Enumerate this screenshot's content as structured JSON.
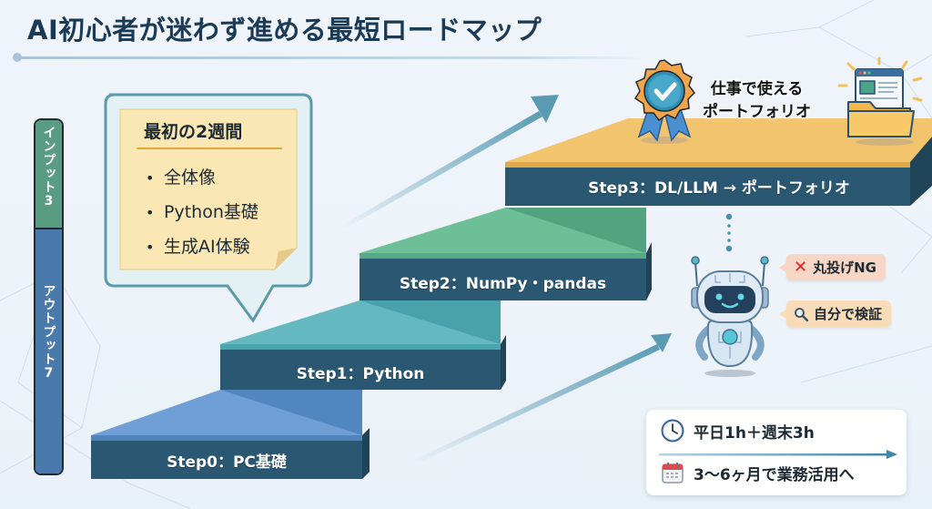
{
  "title": "AI初心者が迷わず進める最短ロードマップ",
  "side_bar": {
    "input_label": "インプット3",
    "output_label": "アウトプット7",
    "input_color": "#5a9c82",
    "output_color": "#4a7aab"
  },
  "callout": {
    "title": "最初の2週間",
    "items": [
      "全体像",
      "Python基礎",
      "生成AI体験"
    ]
  },
  "steps": [
    {
      "label": "Step0：PC基礎",
      "top_color": "#6f9fd4",
      "front_color": "#2a5872"
    },
    {
      "label": "Step1：Python",
      "top_color": "#63b9bf",
      "front_color": "#2a5872"
    },
    {
      "label": "Step2：NumPy・pandas",
      "top_color": "#6dbf98",
      "front_color": "#2a5872"
    },
    {
      "label": "Step3：DL/LLM → ポートフォリオ",
      "top_color": "#f2c46e",
      "front_color": "#2a5872"
    }
  ],
  "portfolio": {
    "caption_line1": "仕事で使える",
    "caption_line2": "ポートフォリオ",
    "badge_icon": "award-badge-icon",
    "folder_icon": "portfolio-folder-icon"
  },
  "robot": {
    "icon": "robot-icon",
    "bubbles": [
      {
        "icon": "x-icon",
        "mark": "✕",
        "text": "丸投げNG"
      },
      {
        "icon": "magnifier-icon",
        "text": "自分で検証"
      }
    ]
  },
  "schedule": {
    "line1": "平日1h＋週末3h",
    "line2": "3〜6ヶ月で業務活用へ",
    "icon1": "clock-icon",
    "icon2": "calendar-icon"
  },
  "colors": {
    "title": "#1b3a55",
    "arrow": "#5a9bb3",
    "background": "#edf3f9"
  }
}
